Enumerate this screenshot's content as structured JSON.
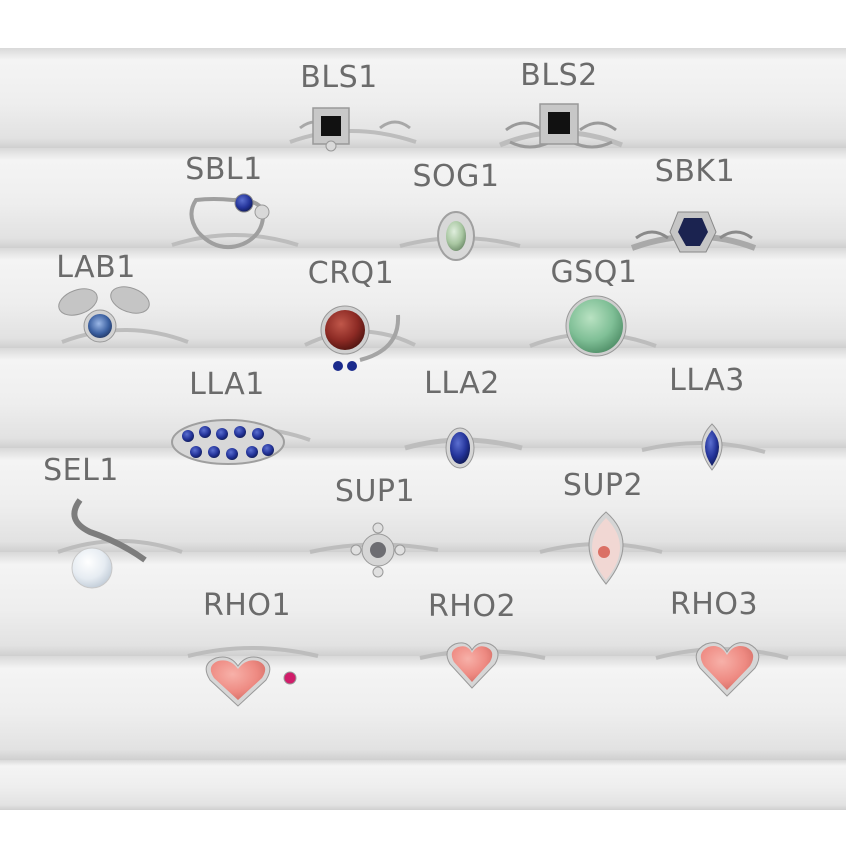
{
  "colors": {
    "background": "#ffffff",
    "cushion": "#eeeeee",
    "label_text": "#6b6b6b",
    "silver": "#c9c9c9"
  },
  "rings": [
    {
      "code": "BLS1",
      "stone": "black-square",
      "color": "#111111"
    },
    {
      "code": "BLS2",
      "stone": "black-square",
      "color": "#111111"
    },
    {
      "code": "SBL1",
      "stone": "blue-round-cat",
      "color": "#1a2a8c"
    },
    {
      "code": "SOG1",
      "stone": "green-oval",
      "color": "#a9c7a2"
    },
    {
      "code": "SBK1",
      "stone": "dark-emerald-cut",
      "color": "#1b2350"
    },
    {
      "code": "LAB1",
      "stone": "labradorite-round",
      "color": "#3a5fa0"
    },
    {
      "code": "CRQ1",
      "stone": "red-round",
      "color": "#8c2a24"
    },
    {
      "code": "GSQ1",
      "stone": "green-round",
      "color": "#7fbf96"
    },
    {
      "code": "LLA1",
      "stone": "lapis-cluster",
      "color": "#24349a"
    },
    {
      "code": "LLA2",
      "stone": "lapis-oval",
      "color": "#2a3590"
    },
    {
      "code": "LLA3",
      "stone": "lapis-pear",
      "color": "#2c3f98"
    },
    {
      "code": "SEL1",
      "stone": "moonstone-bird",
      "color": "#dfe6ee"
    },
    {
      "code": "SUP1",
      "stone": "grey-flower",
      "color": "#6d6d72"
    },
    {
      "code": "SUP2",
      "stone": "pink-quartz-pear",
      "color": "#f1d7d3"
    },
    {
      "code": "RHO1",
      "stone": "pink-heart",
      "color": "#ee8a82"
    },
    {
      "code": "RHO2",
      "stone": "pink-heart",
      "color": "#ee8a82"
    },
    {
      "code": "RHO3",
      "stone": "pink-heart",
      "color": "#ee8a82"
    }
  ]
}
